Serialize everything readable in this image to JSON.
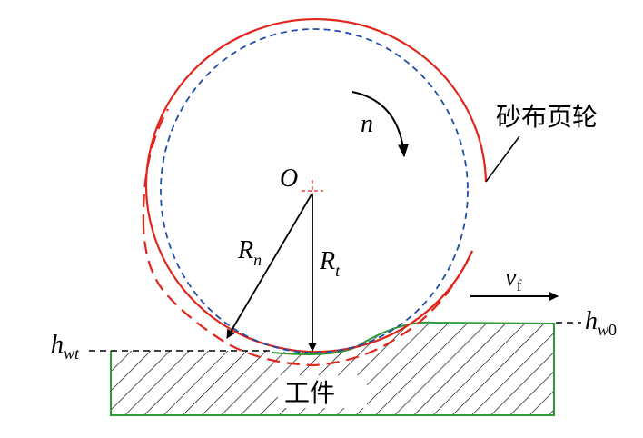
{
  "diagram": {
    "wheel_label": "砂布页轮",
    "rotation_label": "n",
    "center_label": "O",
    "radius_n": {
      "base": "R",
      "sub": "n"
    },
    "radius_t": {
      "base": "R",
      "sub": "t"
    },
    "feed_velocity": {
      "base": "v",
      "sub": "f"
    },
    "workpiece_label": "工件",
    "height_wt": {
      "base": "h",
      "sub": "wt"
    },
    "height_w0": {
      "base": "h",
      "sub": "w0"
    }
  },
  "colors": {
    "wheel_outline": "#e0251b",
    "contact_circle": "#1f4ea8",
    "workpiece_outline": "#2e9a3a",
    "hatch": "#000000",
    "arrow": "#000000"
  }
}
